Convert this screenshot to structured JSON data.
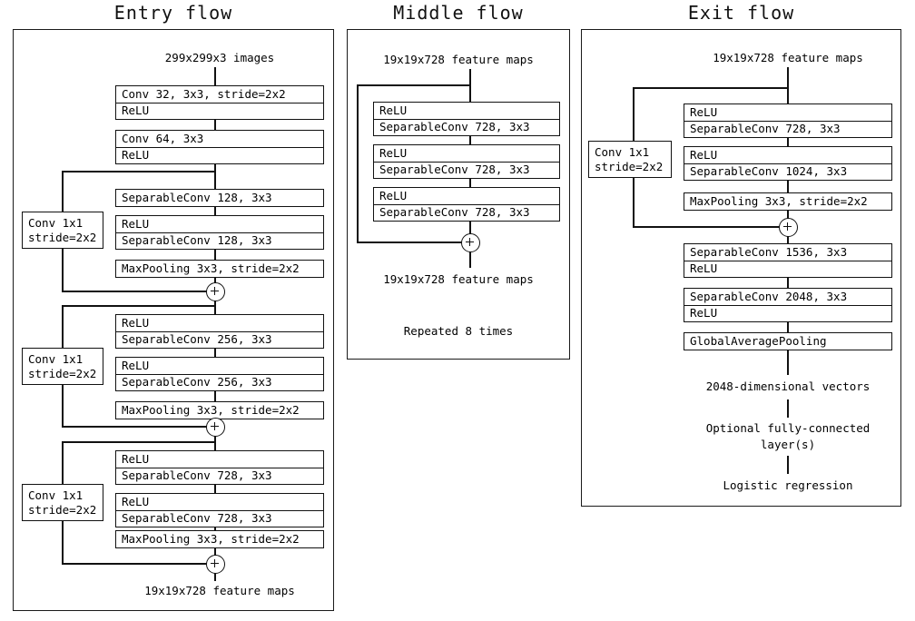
{
  "figure": {
    "type": "diagram",
    "subject": "Xception network architecture",
    "panels": [
      "Entry flow",
      "Middle flow",
      "Exit flow"
    ],
    "stroke_color": "#111111",
    "background_color": "#ffffff"
  },
  "entry_flow": {
    "title": "Entry flow",
    "input_label": "299x299x3 images",
    "output_label": "19x19x728 feature maps",
    "blocks": {
      "conv32": "Conv 32, 3x3, stride=2x2",
      "relu_a": "ReLU",
      "conv64": "Conv 64, 3x3",
      "relu_b": "ReLU",
      "sepconv128_a": "SeparableConv 128, 3x3",
      "relu_c": "ReLU",
      "sepconv128_b": "SeparableConv 128, 3x3",
      "maxpool_1": "MaxPooling 3x3, stride=2x2",
      "relu_d": "ReLU",
      "sepconv256_a": "SeparableConv 256, 3x3",
      "relu_e": "ReLU",
      "sepconv256_b": "SeparableConv 256, 3x3",
      "maxpool_2": "MaxPooling 3x3, stride=2x2",
      "relu_f": "ReLU",
      "sepconv728_a": "SeparableConv 728, 3x3",
      "relu_g": "ReLU",
      "sepconv728_b": "SeparableConv 728, 3x3",
      "maxpool_3": "MaxPooling 3x3, stride=2x2"
    },
    "shortcuts": [
      {
        "line1": "Conv 1x1",
        "line2": "stride=2x2"
      },
      {
        "line1": "Conv 1x1",
        "line2": "stride=2x2"
      },
      {
        "line1": "Conv 1x1",
        "line2": "stride=2x2"
      }
    ],
    "merge_symbol": "+",
    "merge_count": 3
  },
  "middle_flow": {
    "title": "Middle flow",
    "input_label": "19x19x728 feature maps",
    "output_label": "19x19x728 feature maps",
    "repeat_note": "Repeated 8 times",
    "blocks": {
      "relu_a": "ReLU",
      "sepconv_a": "SeparableConv 728, 3x3",
      "relu_b": "ReLU",
      "sepconv_b": "SeparableConv 728, 3x3",
      "relu_c": "ReLU",
      "sepconv_c": "SeparableConv 728, 3x3"
    },
    "merge_symbol": "+",
    "merge_count": 1
  },
  "exit_flow": {
    "title": "Exit flow",
    "input_label": "19x19x728 feature maps",
    "vector_label": "2048-dimensional vectors",
    "fc_label": "Optional fully-connected\nlayer(s)",
    "fc_label_line1": "Optional fully-connected",
    "fc_label_line2": "layer(s)",
    "final_label": "Logistic regression",
    "blocks": {
      "relu_a": "ReLU",
      "sepconv728": "SeparableConv 728, 3x3",
      "relu_b": "ReLU",
      "sepconv1024": "SeparableConv 1024, 3x3",
      "maxpool": "MaxPooling 3x3, stride=2x2",
      "sepconv1536": "SeparableConv 1536, 3x3",
      "relu_c": "ReLU",
      "sepconv2048": "SeparableConv 2048, 3x3",
      "relu_d": "ReLU",
      "globalavgpool": "GlobalAveragePooling"
    },
    "shortcut": {
      "line1": "Conv 1x1",
      "line2": "stride=2x2"
    },
    "merge_symbol": "+",
    "merge_count": 1
  }
}
